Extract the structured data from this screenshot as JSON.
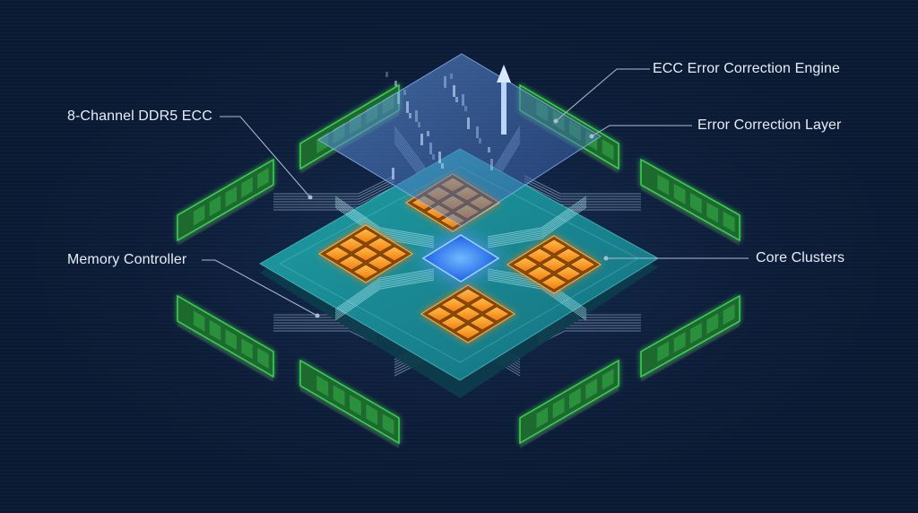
{
  "labels": {
    "ecc_engine": "ECC Error Correction Engine",
    "error_layer": "Error Correction Layer",
    "ddr5": "8-Channel DDR5 ECC",
    "memory_controller": "Memory Controller",
    "core_clusters": "Core Clusters"
  },
  "colors": {
    "background": "#0b1a33",
    "label_text": "#e6edf7",
    "leader_line": "#aebbd0",
    "memory_module": "#3fcf55",
    "core": "#ff9a1f",
    "controller": "#1a6cff",
    "package_teal": "#1fa7a5",
    "ecc_layer": "#5b8ed6"
  },
  "icons": [
    "memory-module-icon",
    "core-cluster-icon",
    "memory-controller-icon",
    "ecc-layer-icon",
    "up-arrow-icon"
  ]
}
